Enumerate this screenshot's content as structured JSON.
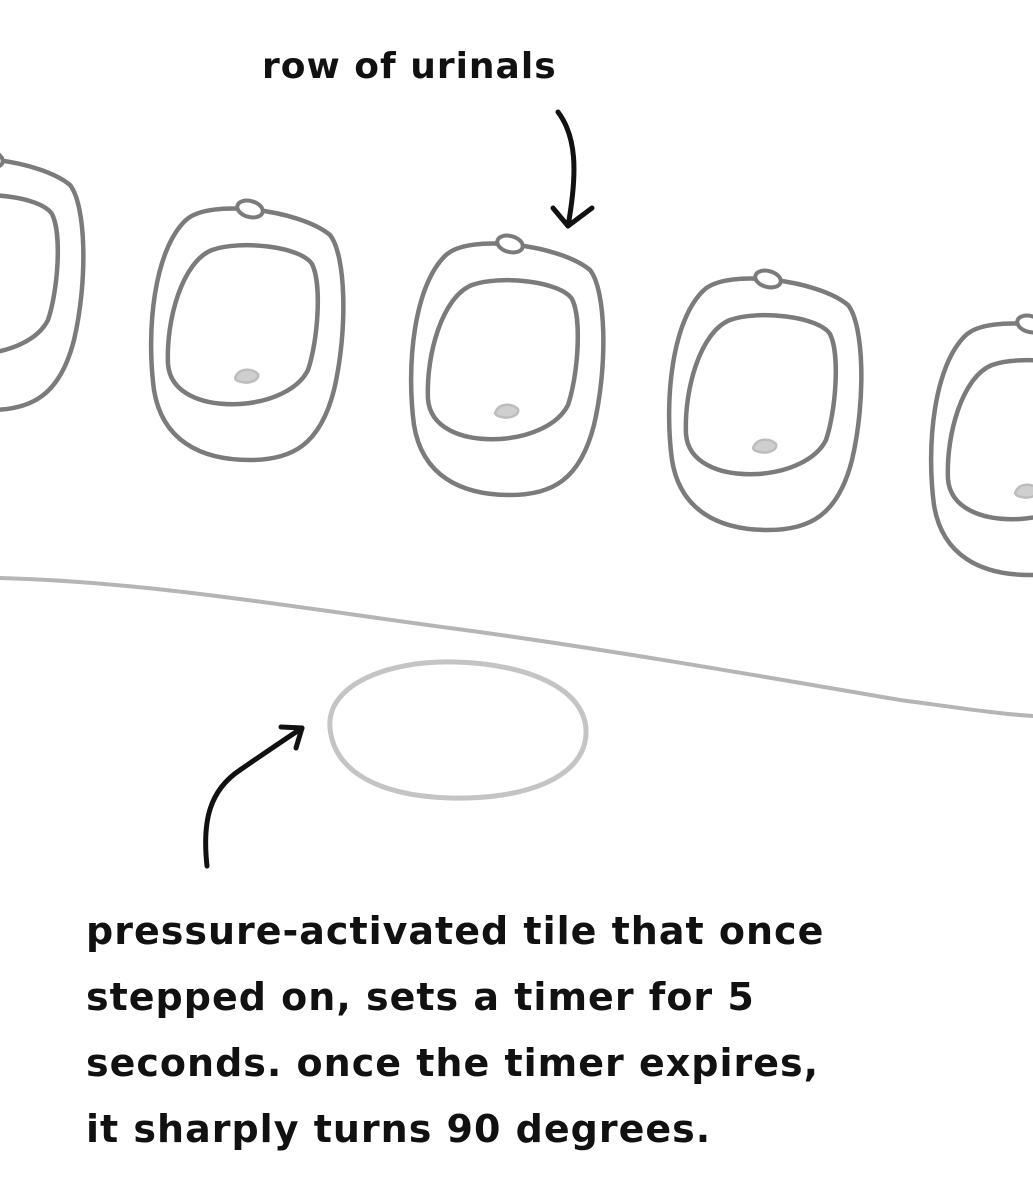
{
  "annotations": {
    "urinals_label": "row of urinals",
    "tile_caption": [
      "pressure-activated tile that once",
      "stepped on, sets a timer for 5",
      "seconds. once the timer expires,",
      "it sharply turns 90 degrees."
    ]
  },
  "colors": {
    "urinal_outline": "#7b7b7b",
    "floor_line": "#b5b5b5",
    "tile_outline": "#c4c4c4",
    "ink": "#111111"
  }
}
